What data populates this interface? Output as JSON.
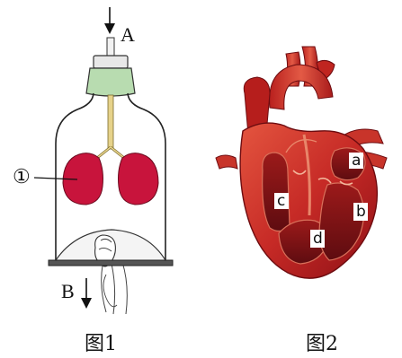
{
  "figure1": {
    "arrow_top_label": "A",
    "arrow_bottom_label": "B",
    "marker_label": "①",
    "caption": "图1"
  },
  "figure2": {
    "chambers": {
      "a": "a",
      "b": "b",
      "c": "c",
      "d": "d"
    },
    "caption": "图2"
  },
  "colors": {
    "lung": "#c8143c",
    "stopper": "#b8dcb0",
    "heart_dark": "#a0141c",
    "heart_mid": "#d2322d",
    "heart_light": "#e8705a"
  }
}
